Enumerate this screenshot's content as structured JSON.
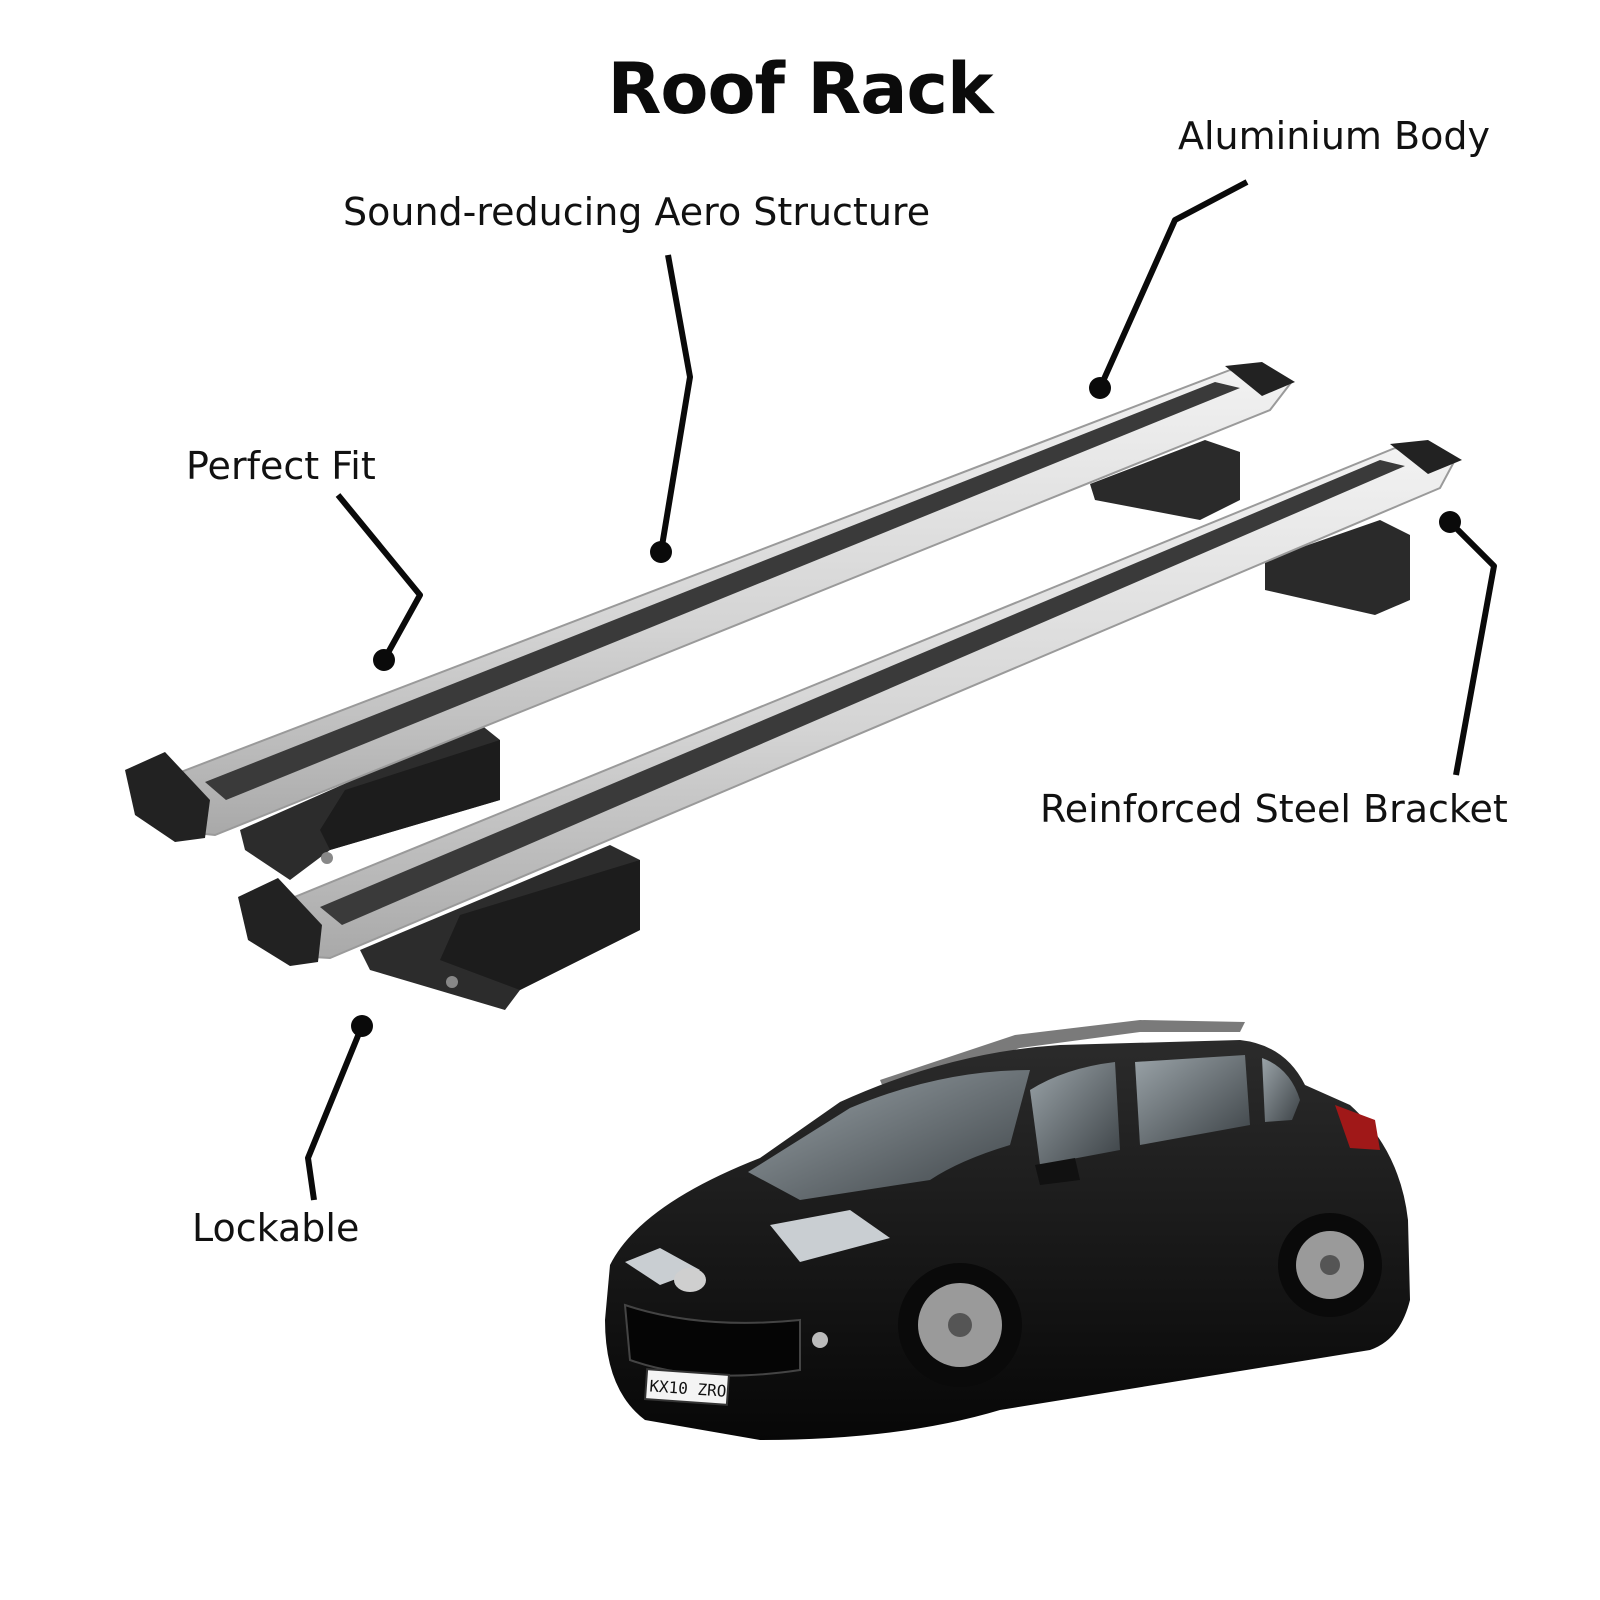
{
  "title": "Roof Rack",
  "features": {
    "aero": "Sound-reducing Aero Structure",
    "aluminium": "Aluminium Body",
    "fit": "Perfect Fit",
    "steel": "Reinforced Steel Bracket",
    "lock": "Lockable"
  },
  "car": {
    "plate": "KX10 ZRO"
  },
  "colors": {
    "bar": "#cfcfcf",
    "bar_dark": "#3a3a3a",
    "car_body": "#141414"
  }
}
